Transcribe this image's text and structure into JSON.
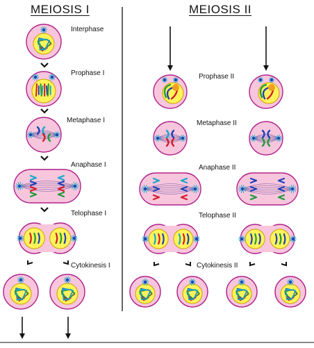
{
  "headings": {
    "meiosis_1": "MEIOSIS I",
    "meiosis_2": "MEIOSIS II"
  },
  "stages": {
    "interphase": "Interphase",
    "prophase_1": "Prophase I",
    "metaphase_1": "Metaphase I",
    "anaphase_1": "Anaphase I",
    "telophase_1": "Telophase I",
    "cytokinesis_1": "Cytokinesis I",
    "prophase_2": "Prophase II",
    "metaphase_2": "Metaphase II",
    "anaphase_2": "Anaphase II",
    "telophase_2": "Telophase II",
    "cytokinesis_2": "Cytokinesis II"
  },
  "colors": {
    "cell_fill": "#f7c6dd",
    "cell_outline": "#b0208a",
    "nucleus_fill": "#fff35a",
    "spindle": "#9a7ab0",
    "chromosome_red": "#d41c2a",
    "chromosome_blue": "#1f3fb8",
    "chromosome_green": "#1f9a3a",
    "chromosome_teal": "#1aa7c8",
    "arrow": "#111111"
  }
}
